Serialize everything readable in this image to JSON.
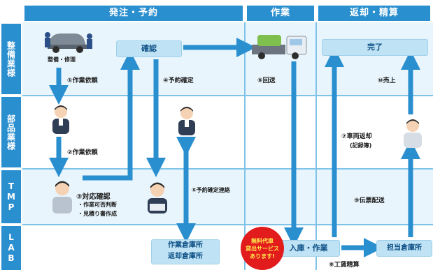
{
  "headers": {
    "order": "発注・予約",
    "work": "作業",
    "return": "返却・精算"
  },
  "lanes": {
    "l1": "整備業様",
    "l2": "部品業様",
    "l3": "TMP",
    "l4": "LAB"
  },
  "boxes": {
    "confirm": "確認",
    "complete": "完了",
    "storage_line1": "作業倉庫所",
    "storage_line2": "返却倉庫所",
    "receive": "入庫・作業",
    "office": "担当倉庫所"
  },
  "labels": {
    "maintenance": "整備・修理",
    "step1": "①作業依頼",
    "step2": "②作業依頼",
    "step3": "③対応確認",
    "step3_note1": "・作業可否判断",
    "step3_note2": "・見積り書作成",
    "step4": "④予約確定",
    "step5": "⑤予約確定連絡",
    "step6": "⑥回送",
    "step7": "⑦車両返却",
    "step7_note": "(記録簿)",
    "step8": "⑧工賃精算",
    "step9": "⑨伝票配送",
    "step10": "⑩売上"
  },
  "badge": {
    "line1": "無料代車",
    "line2": "貸出サービス",
    "line3": "あります!"
  },
  "colors": {
    "accent": "#2a8fcf",
    "box": "#bfe3f5",
    "arrow": "#2a8fcf",
    "badge": "#e21c1c"
  }
}
